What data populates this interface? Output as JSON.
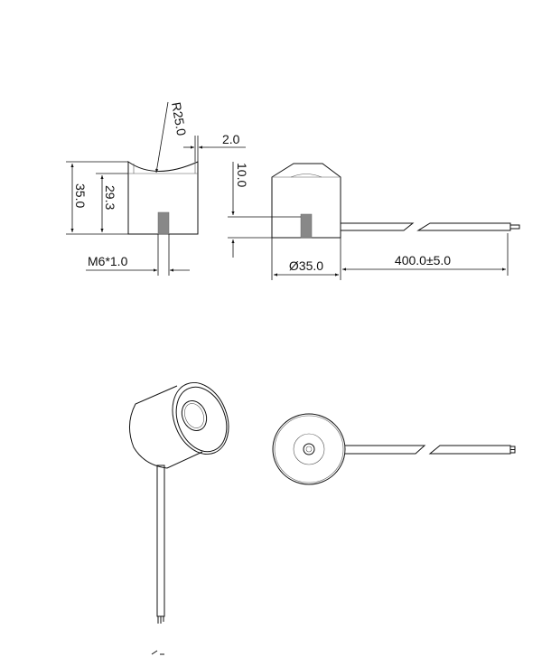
{
  "drawing": {
    "dimensions": {
      "radius": "R25.0",
      "wall": "2.0",
      "height_total": "35.0",
      "height_inner": "29.3",
      "thread": "M6*1.0",
      "thread_offset": "10.0",
      "diameter": "Ø35.0",
      "cable_length": "400.0±5.0"
    },
    "colors": {
      "line": "#111111",
      "thread": "#888888",
      "background": "#ffffff"
    }
  }
}
